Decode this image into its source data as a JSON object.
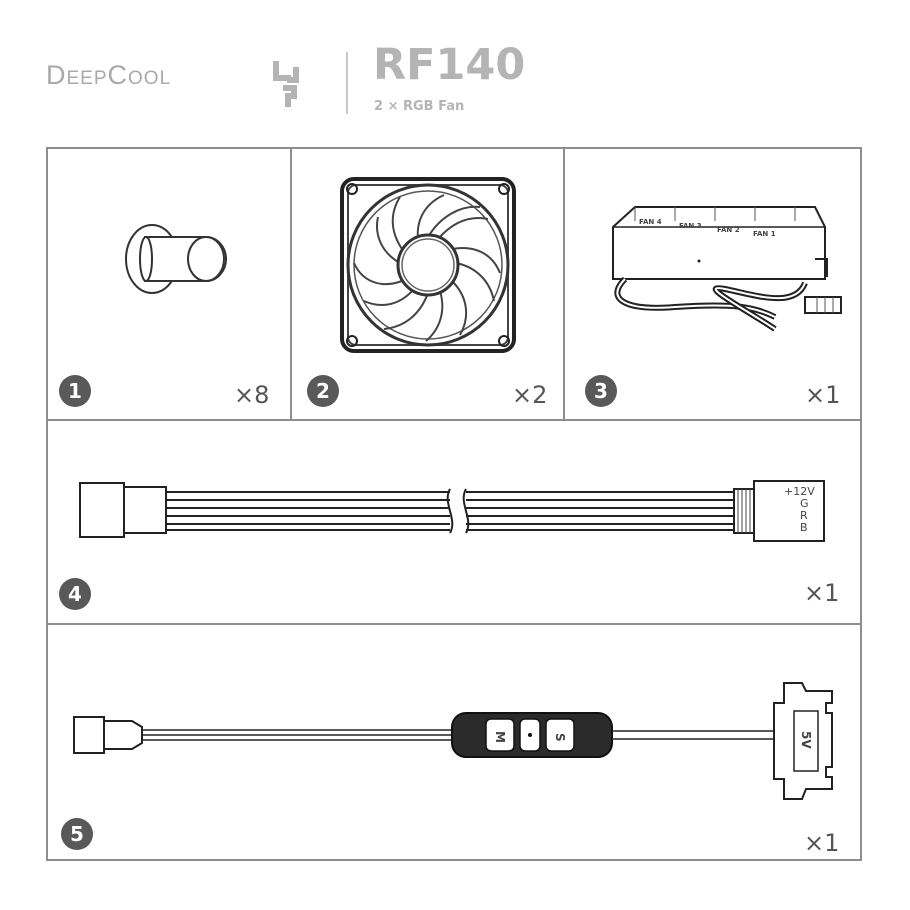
{
  "header": {
    "brand": "DeepCool",
    "model": "RF140",
    "subtitle": "2 × RGB Fan"
  },
  "items": [
    {
      "number": "1",
      "quantity": "×8",
      "icon": "rubber-mount-icon"
    },
    {
      "number": "2",
      "quantity": "×2",
      "icon": "fan-icon"
    },
    {
      "number": "3",
      "quantity": "×1",
      "icon": "fan-hub-icon",
      "labels": [
        "FAN 4",
        "FAN 3",
        "FAN 2",
        "FAN 1"
      ]
    },
    {
      "number": "4",
      "quantity": "×1",
      "icon": "rgb-cable-icon",
      "labels": [
        "+12V",
        "G",
        "R",
        "B"
      ]
    },
    {
      "number": "5",
      "quantity": "×1",
      "icon": "rgb-controller-cable-icon",
      "labels": [
        "M",
        "S",
        "5V"
      ]
    }
  ]
}
